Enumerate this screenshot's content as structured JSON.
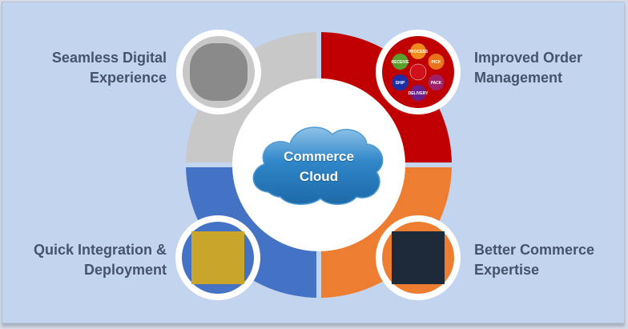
{
  "center": {
    "line1": "Commerce",
    "line2": "Cloud"
  },
  "quadrants": [
    {
      "id": "top-left",
      "line1": "Seamless Digital",
      "line2": "Experience",
      "color": "#c8c8c8",
      "icon": "digital-network-icon"
    },
    {
      "id": "top-right",
      "line1": "Improved Order",
      "line2": "Management",
      "color": "#c00000",
      "icon": "order-management-icon"
    },
    {
      "id": "bottom-left",
      "line1": "Quick Integration &",
      "line2": "Deployment",
      "color": "#4472c4",
      "icon": "continuous-deployment-gears-icon"
    },
    {
      "id": "bottom-right",
      "line1": "Better Commerce",
      "line2": "Expertise",
      "color": "#ed7d31",
      "icon": "business-expertise-chart-icon"
    }
  ],
  "order_steps": [
    "RECEIVE",
    "PROCESS",
    "PICK",
    "PACK",
    "DELIVERY",
    "SHIP"
  ]
}
